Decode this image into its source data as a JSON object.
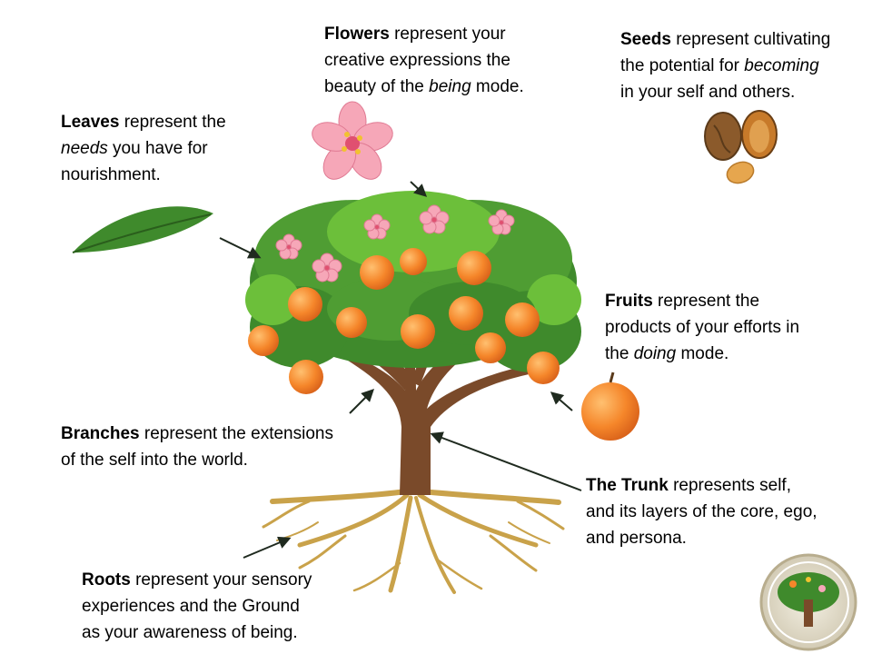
{
  "labels": {
    "flowers": {
      "term": "Flowers",
      "line1_rest": " represent your",
      "line2": "creative expressions the",
      "line3_pre": "beauty of the ",
      "line3_em": "being",
      "line3_post": " mode."
    },
    "seeds": {
      "term": "Seeds",
      "line1_rest": " represent cultivating",
      "line2_pre": "the potential for ",
      "line2_em": "becoming",
      "line3": "in your self and others."
    },
    "leaves": {
      "term": "Leaves",
      "line1_rest": " represent the",
      "line2_em": "needs",
      "line2_post": " you have for",
      "line3": "nourishment."
    },
    "fruits": {
      "term": "Fruits",
      "line1_rest": " represent the",
      "line2": "products of your efforts in",
      "line3_pre": "the ",
      "line3_em": "doing",
      "line3_post": " mode."
    },
    "branches": {
      "term": "Branches",
      "line1_rest": " represent the extensions",
      "line2": "of the self into the world."
    },
    "trunk": {
      "term": "The Trunk",
      "line1_rest": " represents self,",
      "line2": "and its layers of the core, ego,",
      "line3": "and persona."
    },
    "roots": {
      "term": "Roots",
      "line1_rest": " represent your sensory",
      "line2": "experiences and the Ground",
      "line3": "as your awareness of being."
    }
  },
  "colors": {
    "trunk": "#7a4a2a",
    "foliage": "#3f8a2c",
    "foliage_light": "#6cbf3a",
    "fruit": "#f5862a",
    "blossom": "#f6a7b8",
    "root": "#c9a24a",
    "arrow": "#2d3b2d"
  },
  "icons": {
    "leaf": "leaf-icon",
    "flower": "flower-icon",
    "seeds": "seeds-icon",
    "fruit": "fruit-icon",
    "badge": "tree-badge-icon"
  }
}
